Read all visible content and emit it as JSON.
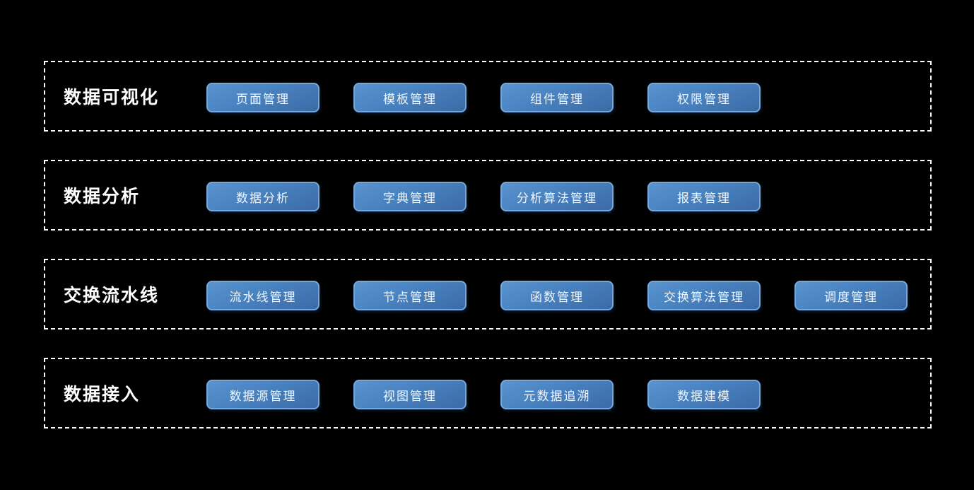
{
  "diagram": {
    "background_color": "#000000",
    "group_border_color": "#ffffff",
    "button_border_color": "#74a7da",
    "button_gradient_top": "#5a93cd",
    "button_gradient_bottom": "#3b6ba6",
    "button_text_color": "#f0f6fc",
    "label_text_color": "#ffffff",
    "groups": [
      {
        "label": "数据可视化",
        "items": [
          "页面管理",
          "模板管理",
          "组件管理",
          "权限管理"
        ]
      },
      {
        "label": "数据分析",
        "items": [
          "数据分析",
          "字典管理",
          "分析算法管理",
          "报表管理"
        ]
      },
      {
        "label": "交换流水线",
        "items": [
          "流水线管理",
          "节点管理",
          "函数管理",
          "交换算法管理",
          "调度管理"
        ]
      },
      {
        "label": "数据接入",
        "items": [
          "数据源管理",
          "视图管理",
          "元数据追溯",
          "数据建模"
        ]
      }
    ]
  }
}
